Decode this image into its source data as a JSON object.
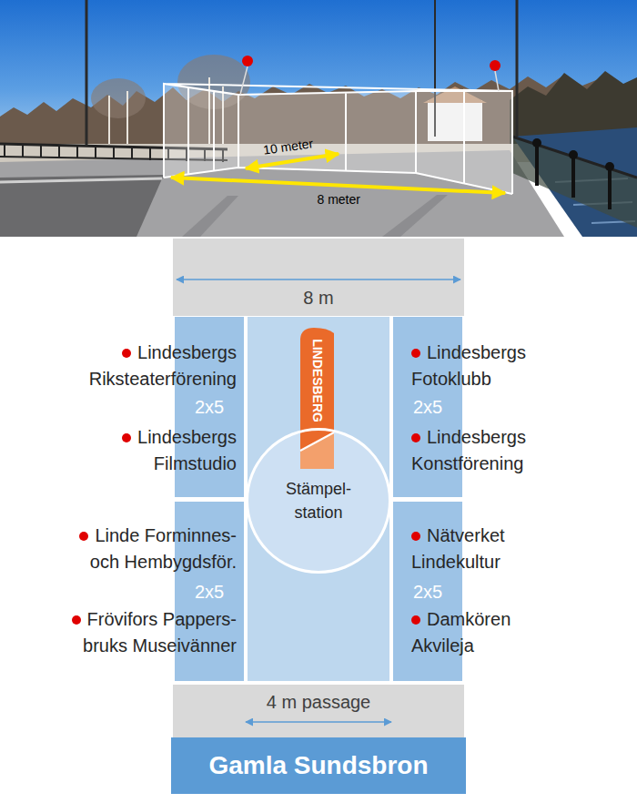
{
  "diagram": {
    "nodes": [
      {
        "text": [
          "8 m"
        ]
      },
      {
        "text": [
          "2x5"
        ]
      },
      {
        "text": [
          "Stämpel- station"
        ]
      },
      {
        "text": [
          "2x5"
        ]
      },
      {
        "text": [
          "2x5"
        ]
      },
      {
        "text": [
          "2x5"
        ]
      },
      {
        "text": [
          "4 m passage"
        ]
      },
      {
        "text": [
          "Gamla Sundsbron"
        ]
      }
    ],
    "labels": [
      "10 meter",
      "8 meter",
      "Lindesbergs Riksteaterförening",
      "Lindesbergs Fotoklubb",
      "Lindesbergs Filmstudio",
      "Lindesbergs Konstförening",
      "LINDESBERG",
      "Linde Forminnes- och Hembygdsför.",
      "Nätverket Lindekultur",
      "Frövifors Pappers- bruks Museivänner",
      "Damkören Akvileja"
    ]
  }
}
